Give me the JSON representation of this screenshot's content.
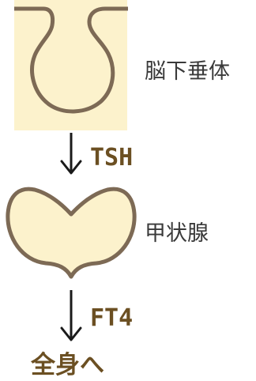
{
  "labels": {
    "pituitary": "脳下垂体",
    "tsh": "TSH",
    "thyroid": "甲状腺",
    "ft4": "FT4",
    "target": "全身へ"
  },
  "colors": {
    "organ_fill": "#fcf2cc",
    "organ_outline": "#7d6a55",
    "arrow": "#1a1a1a",
    "hormone_text": "#6b4f22",
    "label_text": "#3a3a3a"
  }
}
